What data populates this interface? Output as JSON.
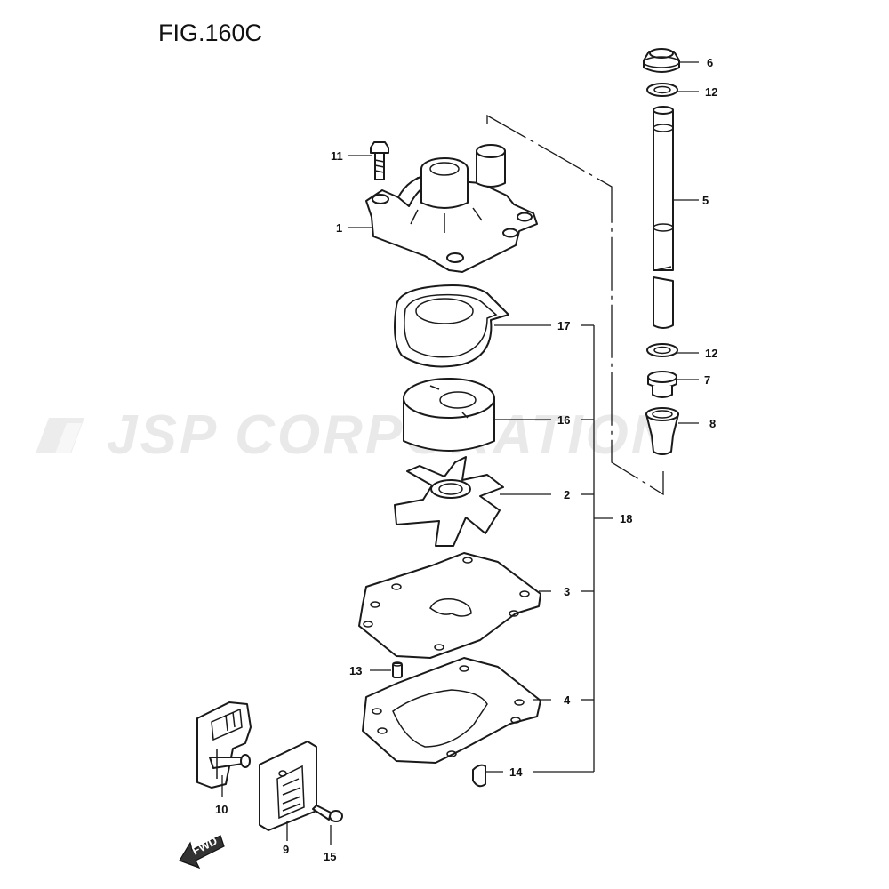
{
  "figure_title": "FIG.160C",
  "watermark": "JSP CORPORATION",
  "direction_label": "FWD",
  "callouts": {
    "p1": "1",
    "p2": "2",
    "p3": "3",
    "p4": "4",
    "p5": "5",
    "p6": "6",
    "p7": "7",
    "p8": "8",
    "p9": "9",
    "p10": "10",
    "p11": "11",
    "p12a": "12",
    "p12b": "12",
    "p13": "13",
    "p14": "14",
    "p15": "15",
    "p16": "16",
    "p17": "17",
    "p18": "18"
  }
}
